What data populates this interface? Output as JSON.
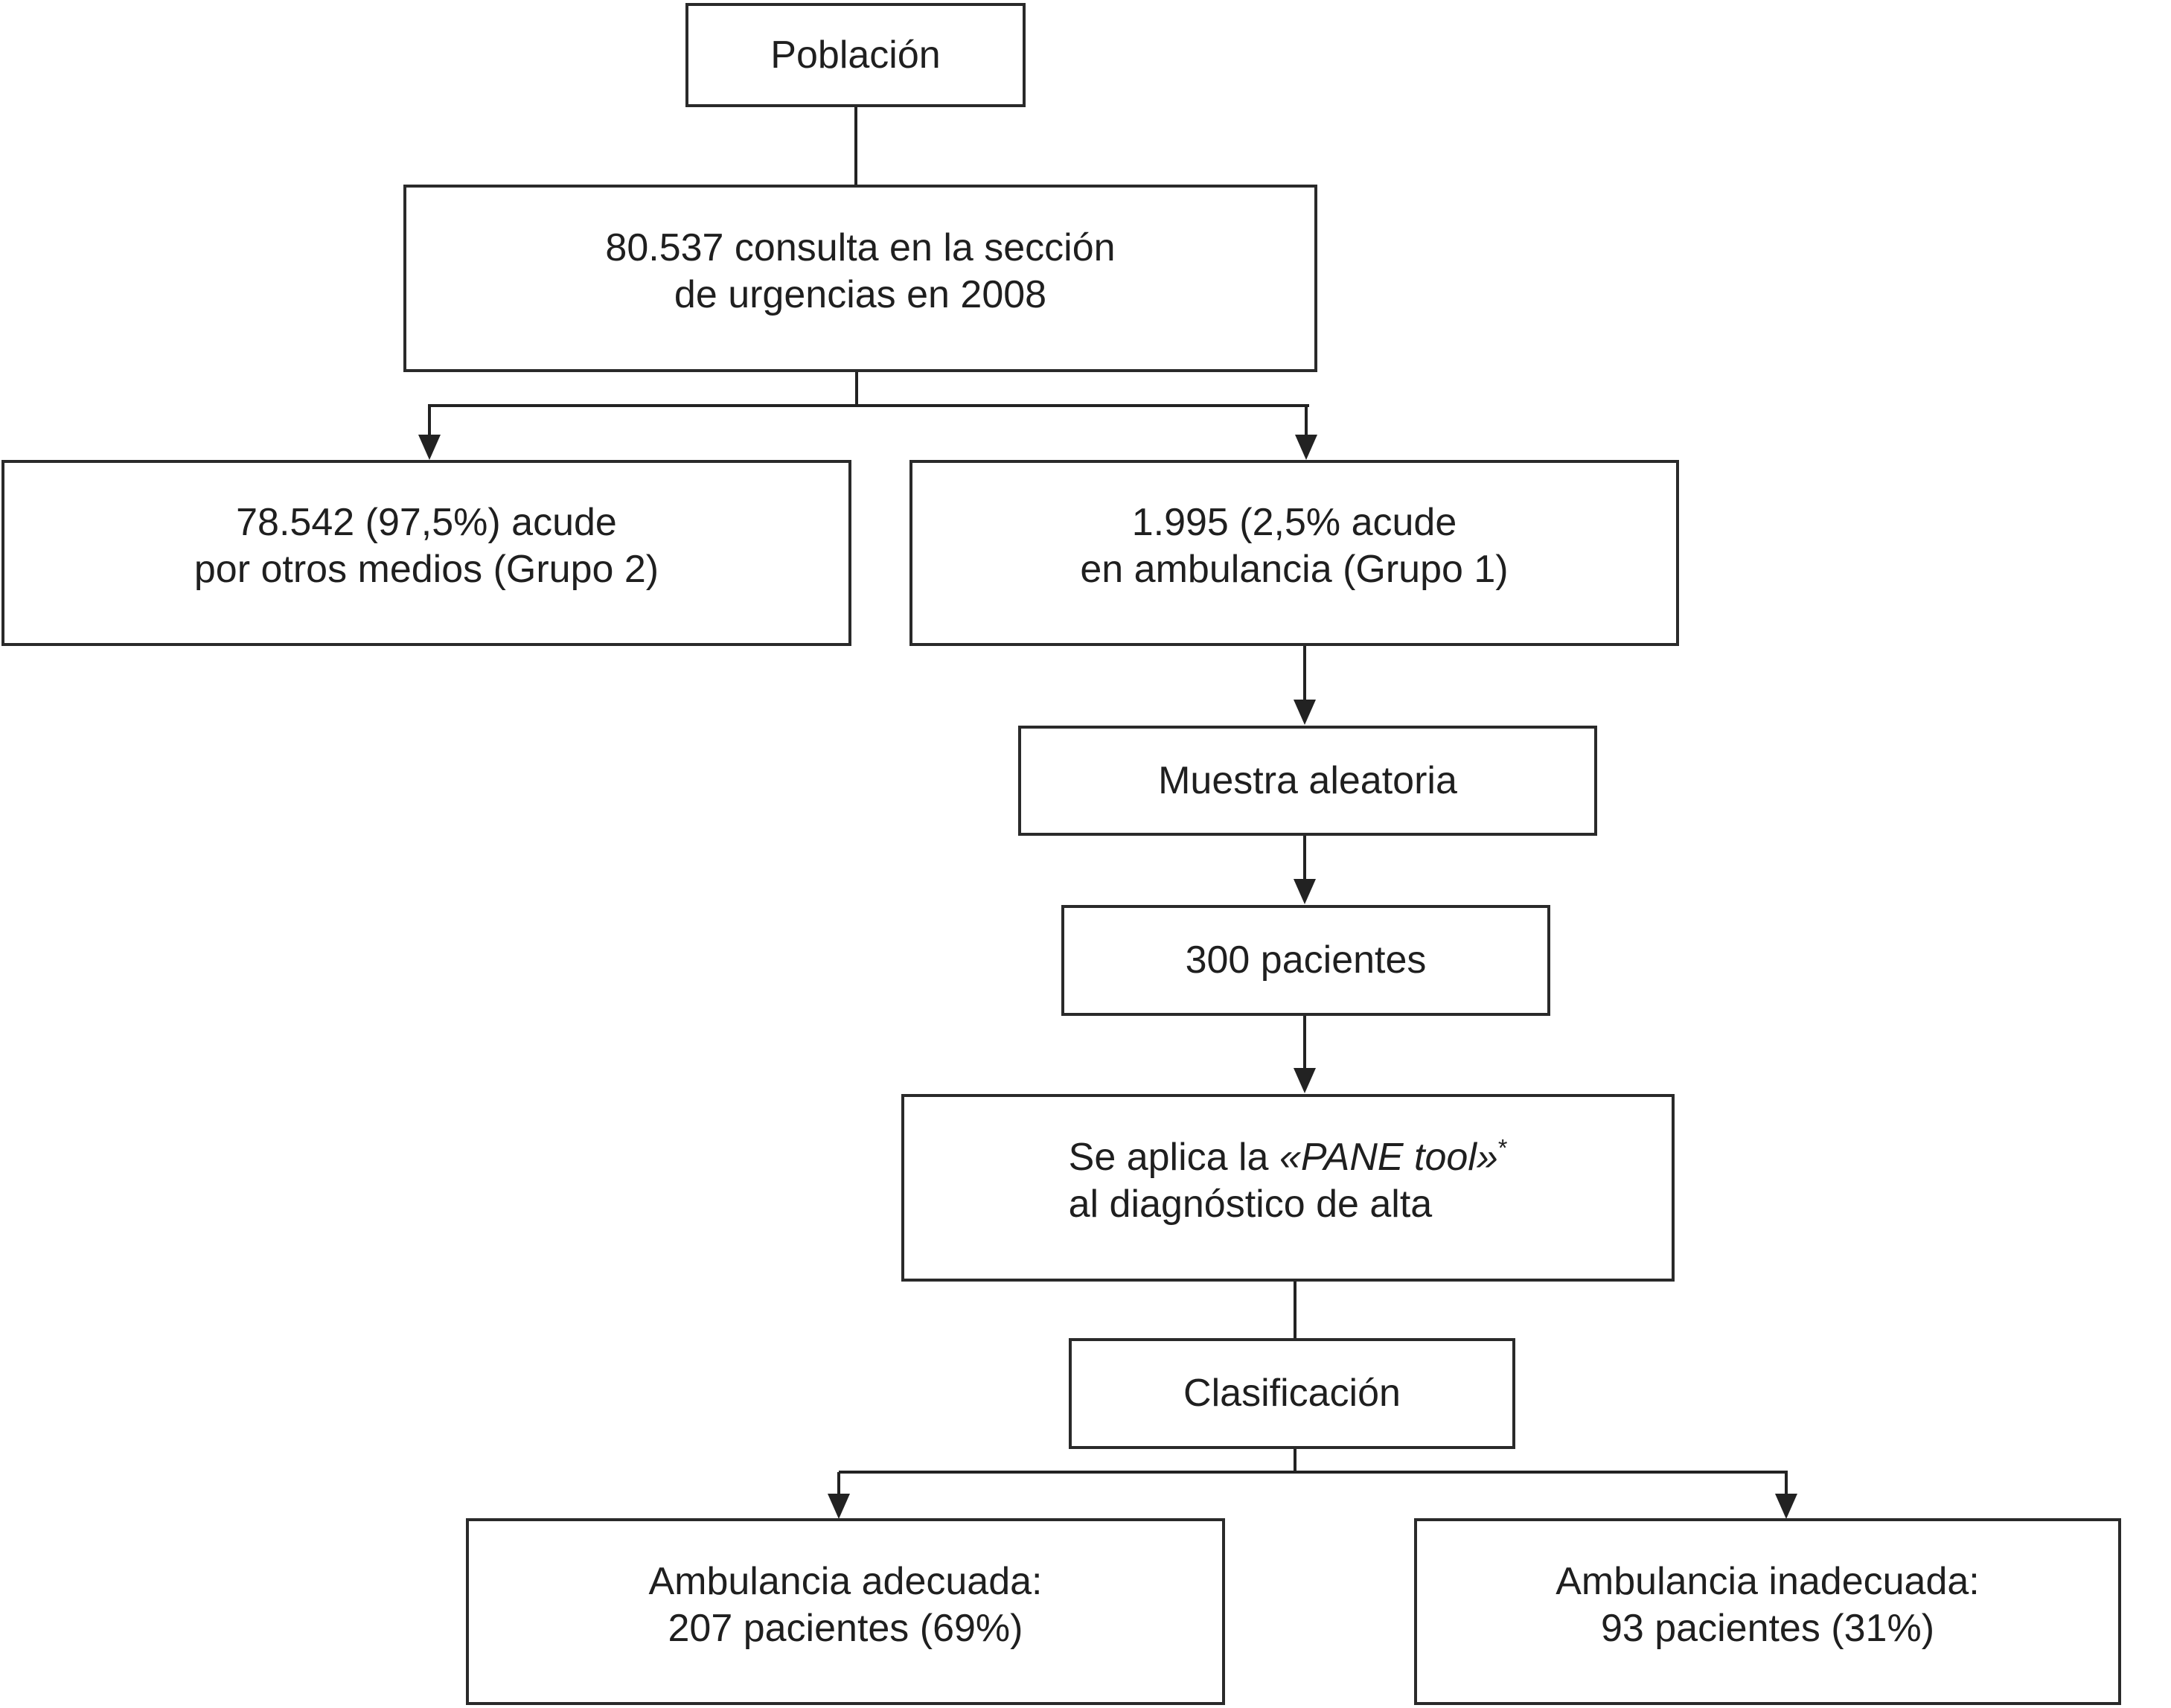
{
  "colors": {
    "background": "#ffffff",
    "box_border": "#2a2a2a",
    "text": "#1f1f1f",
    "connector": "#222222"
  },
  "nodes": {
    "poblacion": {
      "label": "Población"
    },
    "consulta": {
      "line1": "80.537 consulta en la sección",
      "line2": "de urgencias en 2008"
    },
    "grupo2": {
      "line1": "78.542 (97,5%) acude",
      "line2": "por otros medios (Grupo 2)"
    },
    "grupo1": {
      "line1": "1.995 (2,5% acude",
      "line2": "en ambulancia (Grupo 1)"
    },
    "muestra": {
      "label": "Muestra aleatoria"
    },
    "pacientes": {
      "label": "300 pacientes"
    },
    "pane": {
      "line1_prefix": "Se aplica la ",
      "line1_quoted": "«PANE tool»",
      "line1_asterisk": "*",
      "line2": "al diagnóstico de alta"
    },
    "clasificacion": {
      "label": "Clasificación"
    },
    "adecuada": {
      "line1": "Ambulancia adecuada:",
      "line2": "207 pacientes (69%)"
    },
    "inadecuada": {
      "line1": "Ambulancia inadecuada:",
      "line2": "93 pacientes (31%)"
    }
  }
}
